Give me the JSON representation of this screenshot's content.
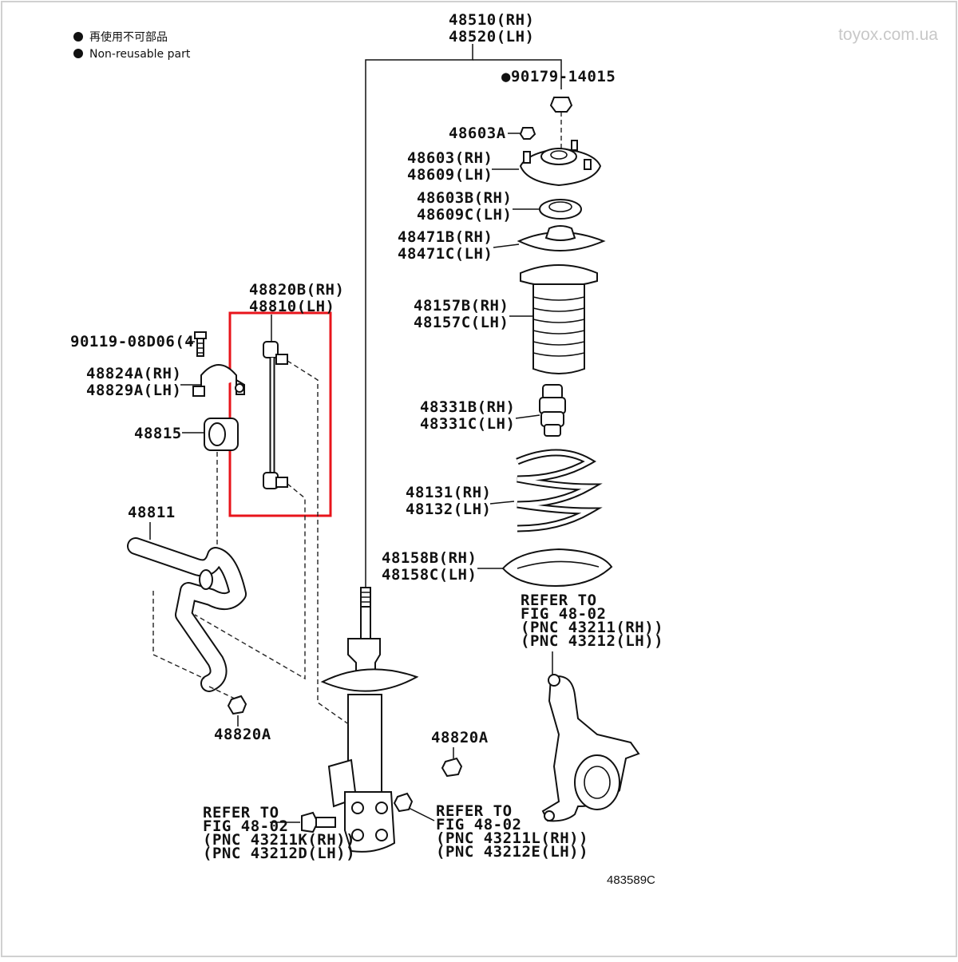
{
  "watermark": "toyox.com.ua",
  "legend": {
    "line_cn": "再使用不可部品",
    "line_en": "Non-reusable part"
  },
  "figure_code": "483589C",
  "highlight_color": "#e8141b",
  "labels": {
    "strut_rh": "48510(RH)",
    "strut_lh": "48520(LH)",
    "nut_top": "●90179-14015",
    "cap": "48603A",
    "mount_rh": "48603(RH)",
    "mount_lh": "48609(LH)",
    "bearing_rh": "48603B(RH)",
    "bearing_lh": "48609C(LH)",
    "seat_rh": "48471B(RH)",
    "seat_lh": "48471C(LH)",
    "boot_rh": "48157B(RH)",
    "boot_lh": "48157C(LH)",
    "bumper_rh": "48331B(RH)",
    "bumper_lh": "48331C(LH)",
    "spring_rh": "48131(RH)",
    "spring_lh": "48132(LH)",
    "insulator_rh": "48158B(RH)",
    "insulator_lh": "48158C(LH)",
    "link_rh": "48820B(RH)",
    "link_lh": "48810(LH)",
    "bolt": "90119-08D06(4)",
    "bracket_rh": "48824A(RH)",
    "bracket_lh": "48829A(LH)",
    "bushing": "48815",
    "stabilizer": "48811",
    "nut_left": "48820A",
    "nut_right": "48820A"
  },
  "refers": {
    "knuckle": [
      "REFER TO",
      "FIG 48-02",
      "(PNC 43211(RH))",
      "(PNC 43212(LH))"
    ],
    "bolt": [
      "REFER TO",
      "FIG 48-02",
      "(PNC 43211K(RH))",
      "(PNC 43212D(LH))"
    ],
    "nut": [
      "REFER TO",
      "FIG 48-02",
      "(PNC 43211L(RH))",
      "(PNC 43212E(LH))"
    ]
  }
}
